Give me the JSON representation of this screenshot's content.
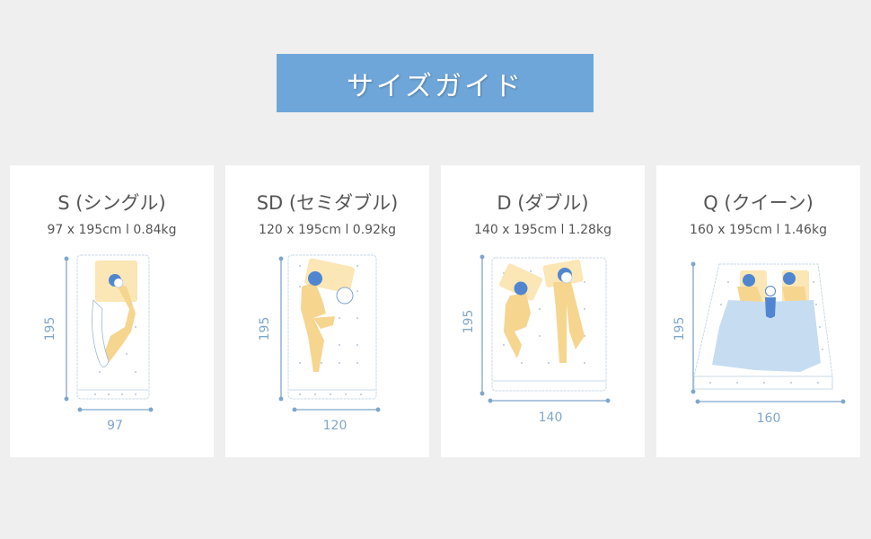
{
  "banner": {
    "title": "サイズガイド"
  },
  "colors": {
    "banner_bg": "#6fa6d9",
    "page_bg": "#efefef",
    "card_bg": "#ffffff",
    "dimension_line": "#7fa6c9",
    "pajama_yellow": "#f6d58f",
    "hair_blue": "#4f86cf",
    "blanket_blue": "#c6dcf1"
  },
  "cards": [
    {
      "code": "S",
      "title": "S (シングル)",
      "spec": "97 x 195cm  l  0.84kg",
      "width_label": "97",
      "length_label": "195",
      "people": 1,
      "icon": "single-sleeper-illustration"
    },
    {
      "code": "SD",
      "title": "SD (セミダブル)",
      "spec": "120 x 195cm  l 0.92kg",
      "width_label": "120",
      "length_label": "195",
      "people": 1,
      "icon": "sleeper-with-cat-illustration"
    },
    {
      "code": "D",
      "title": "D (ダブル)",
      "spec": "140 x 195cm  l  1.28kg",
      "width_label": "140",
      "length_label": "195",
      "people": 2,
      "icon": "couple-sleeping-illustration"
    },
    {
      "code": "Q",
      "title": "Q (クイーン)",
      "spec": "160 x 195cm  l  1.46kg",
      "width_label": "160",
      "length_label": "195",
      "people": 3,
      "icon": "family-sleeping-illustration"
    }
  ]
}
